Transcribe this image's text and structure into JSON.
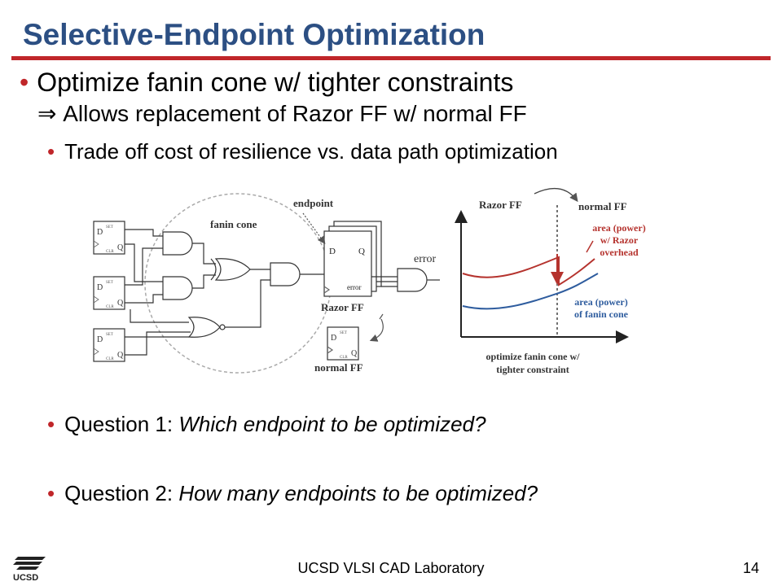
{
  "slide": {
    "title": "Selective-Endpoint Optimization",
    "bullet1": "Optimize fanin cone w/ tighter constraints",
    "bullet1_arrow": "⇒",
    "bullet1_sub": "Allows replacement of Razor FF w/ normal FF",
    "bullet2": "Trade off cost of resilience vs. data path optimization",
    "question1_prefix": "Question 1: ",
    "question1_italic": "Which endpoint to be optimized?",
    "question2_prefix": "Question 2: ",
    "question2_italic": "How many endpoints to be optimized?",
    "bullet_glyph": "•"
  },
  "circuit": {
    "label_fanin_cone": "fanin cone",
    "label_endpoint": "endpoint",
    "label_error_out": "error",
    "label_razor_ff": "Razor FF",
    "label_normal_ff": "normal FF",
    "ff_d": "D",
    "ff_q": "Q",
    "ff_set": "SET",
    "ff_clr": "CLR",
    "razor_error_pin": "error"
  },
  "tradeoff_plot": {
    "label_razor_ff": "Razor FF",
    "label_normal_ff": "normal FF",
    "annotation_top": [
      "area (power)",
      "w/ Razor",
      "overhead"
    ],
    "annotation_bottom": [
      "area (power)",
      "of fanin cone"
    ],
    "x_caption": [
      "optimize fanin cone w/",
      "tighter constraint"
    ],
    "colors": {
      "razor_curve": "#b5332e",
      "fanin_curve": "#2e5c9e",
      "annotation": "#b5332e"
    }
  },
  "footer": {
    "lab": "UCSD VLSI CAD Laboratory",
    "page": "14",
    "logo_text": "UCSD"
  },
  "colors": {
    "title": "#2c4f83",
    "rule": "#c0262a",
    "bullet": "#c0262a"
  }
}
